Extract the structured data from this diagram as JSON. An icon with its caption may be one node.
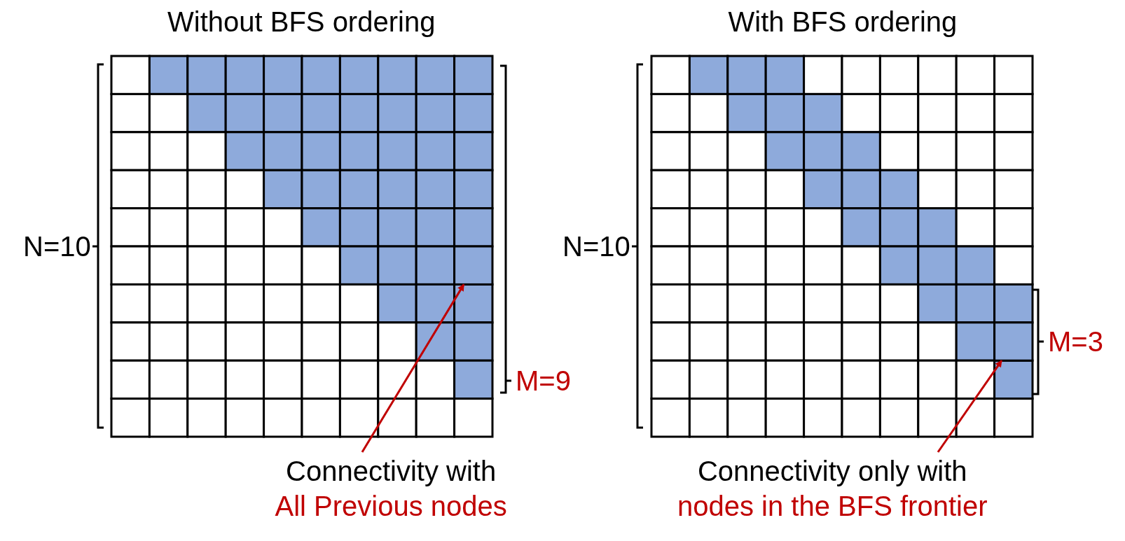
{
  "diagram": {
    "nodes": [
      {
        "text": [
          "Connectivity with",
          "All Previous nodes"
        ]
      },
      {
        "text": [],
        "shape": "box"
      },
      {
        "text": [
          "Connectivity only with",
          "nodes in the BFS frontier"
        ]
      },
      {
        "text": [],
        "shape": "box"
      }
    ],
    "edges": [
      {
        "from": 0,
        "to": 1,
        "arrow": "to"
      },
      {
        "from": 2,
        "to": 3,
        "arrow": "to"
      }
    ],
    "labels": [
      "Without BFS ordering",
      "With BFS ordering",
      "N=10",
      "M=9",
      "N=10",
      "M=3"
    ]
  }
}
